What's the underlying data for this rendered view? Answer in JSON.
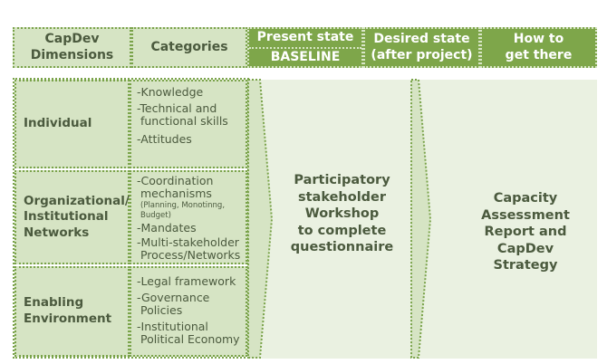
{
  "header": {
    "dimensions": "CapDev\nDimensions",
    "categories": "Categories",
    "present_state": "Present state",
    "present_baseline": "BASELINE",
    "desired_state": "Desired state\n(after project)",
    "how_to": "How to\nget there"
  },
  "rows": [
    {
      "dimension": "Individual",
      "items": [
        "-Knowledge",
        "-Technical and\n functional skills",
        "-Attitudes"
      ]
    },
    {
      "dimension": "Organizational/\nInstitutional\nNetworks",
      "items": [
        "-Coordination\n mechanisms",
        "(Planning, Monotinng,\nBudget)",
        "-Mandates",
        "-Multi-stakeholder\n Process/Networks"
      ]
    },
    {
      "dimension": "Enabling\nEnvironment",
      "items": [
        "-Legal framework",
        "-Governance\n Policies",
        "-Institutional\n Political Economy"
      ]
    }
  ],
  "middle_text": "Participatory\nstakeholder\nWorkshop\nto complete\nquestionnaire",
  "right_text": "Capacity\nAssessment\nReport and\nCapDev\nStrategy",
  "colors": {
    "light_green": "#d6e4c4",
    "dark_green": "#7ea64a",
    "text": "#4b5a3e",
    "dotted_border": "#7aa34a",
    "band": "#eaf1e1"
  }
}
